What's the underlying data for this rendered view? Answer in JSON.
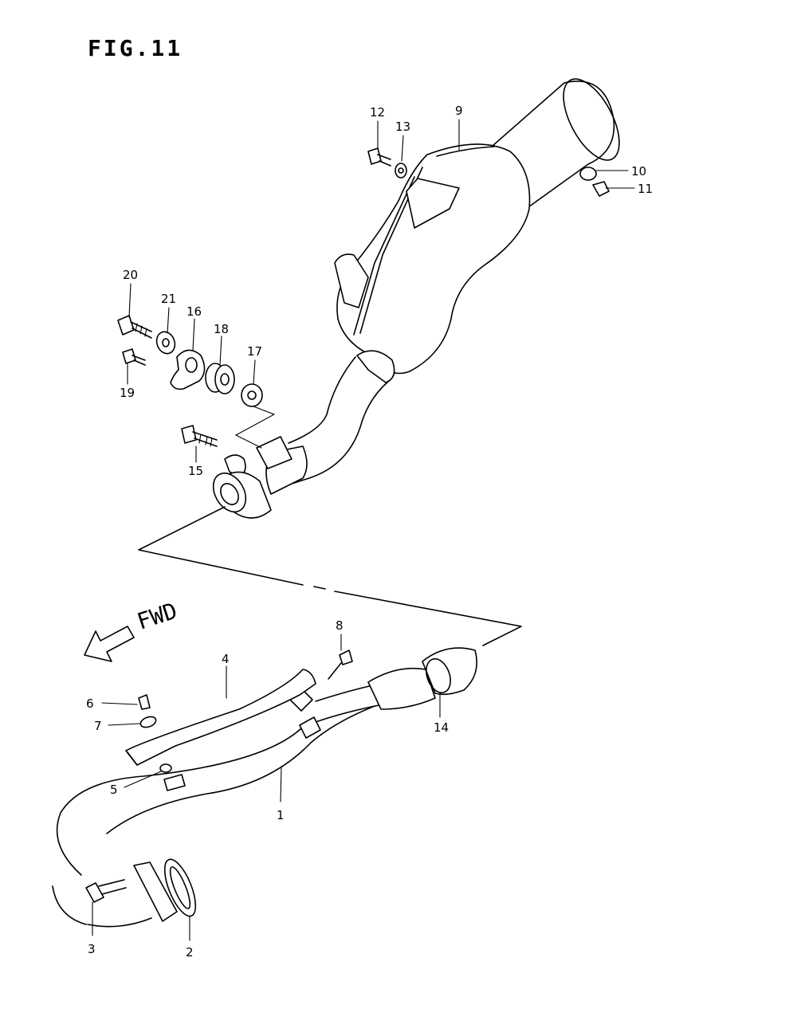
{
  "figure": {
    "title": "FIG.11"
  },
  "direction": {
    "label": "FWD"
  },
  "callouts": {
    "p1": "1",
    "p2": "2",
    "p3": "3",
    "p4": "4",
    "p5": "5",
    "p6": "6",
    "p7": "7",
    "p8": "8",
    "p9": "9",
    "p10": "10",
    "p11": "11",
    "p12": "12",
    "p13": "13",
    "p14": "14",
    "p15": "15",
    "p16": "16",
    "p17": "17",
    "p18": "18",
    "p19": "19",
    "p20": "20",
    "p21": "21"
  }
}
